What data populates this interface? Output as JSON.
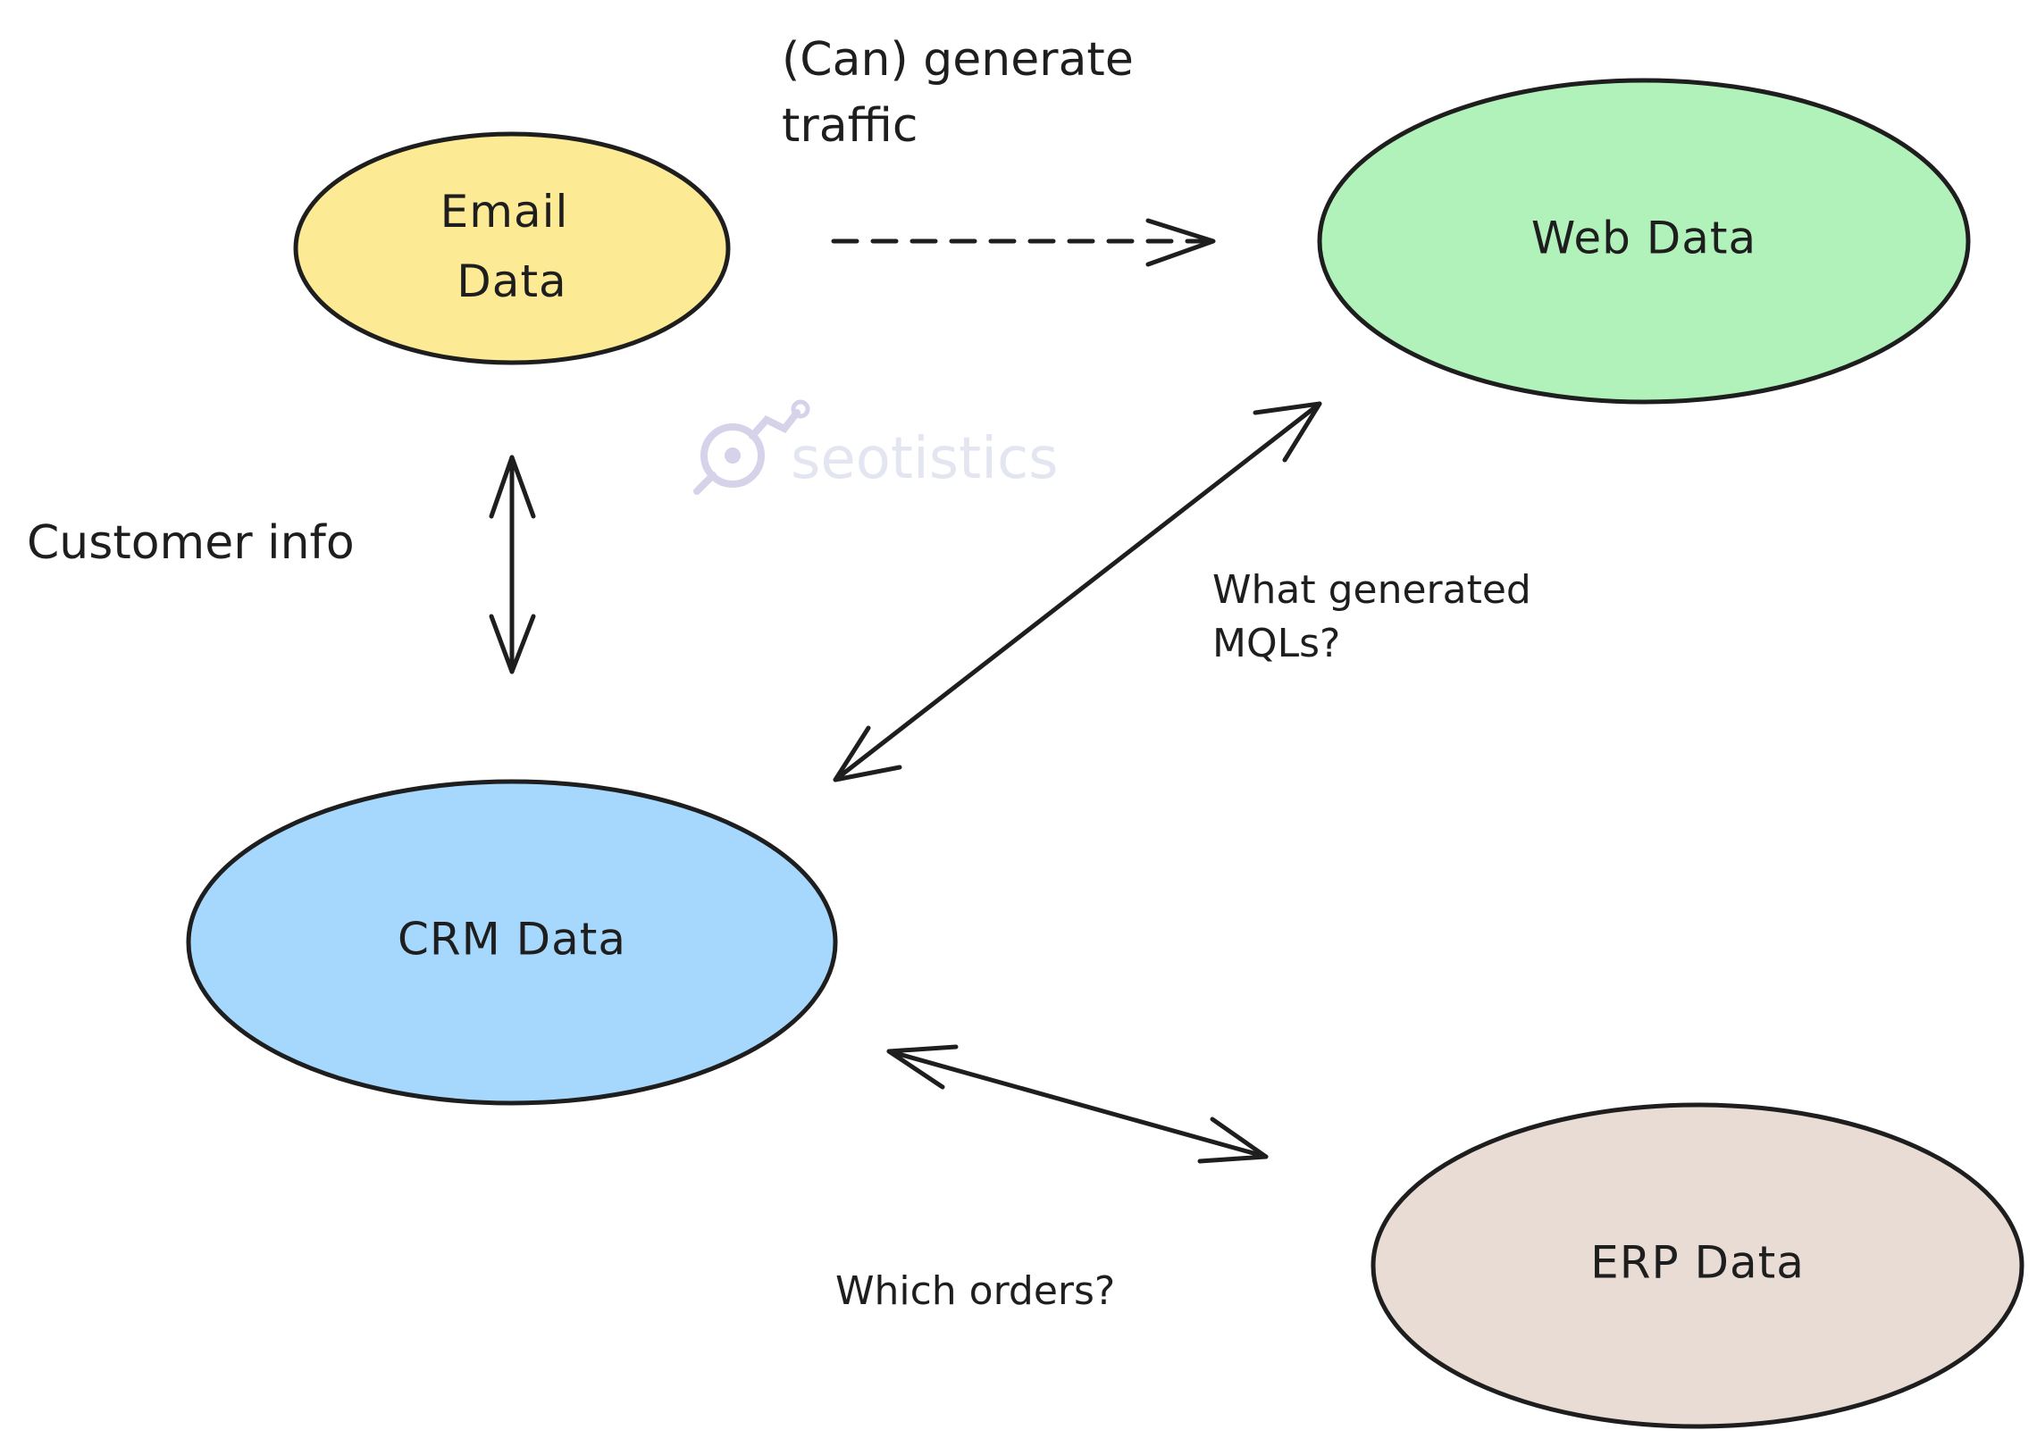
{
  "nodes": {
    "email": {
      "lines": [
        "Email",
        "Data"
      ],
      "fill": "#fcea95"
    },
    "web": {
      "lines": [
        "Web Data"
      ],
      "fill": "#b1f2bb"
    },
    "crm": {
      "lines": [
        "CRM Data"
      ],
      "fill": "#a6d8fd"
    },
    "erp": {
      "lines": [
        "ERP Data"
      ],
      "fill": "#e8dcd5"
    }
  },
  "edges": {
    "email_web": {
      "lines": [
        "(Can) generate",
        "traffic"
      ],
      "style": "dashed",
      "direction": "one-way"
    },
    "email_crm": {
      "lines": [
        "Customer info"
      ],
      "style": "solid",
      "direction": "two-way"
    },
    "web_crm": {
      "lines": [
        "What generated",
        "MQLs?"
      ],
      "style": "solid",
      "direction": "two-way"
    },
    "crm_erp": {
      "lines": [
        "Which orders?"
      ],
      "style": "solid",
      "direction": "two-way"
    }
  },
  "watermark": {
    "text": "seotistics"
  }
}
